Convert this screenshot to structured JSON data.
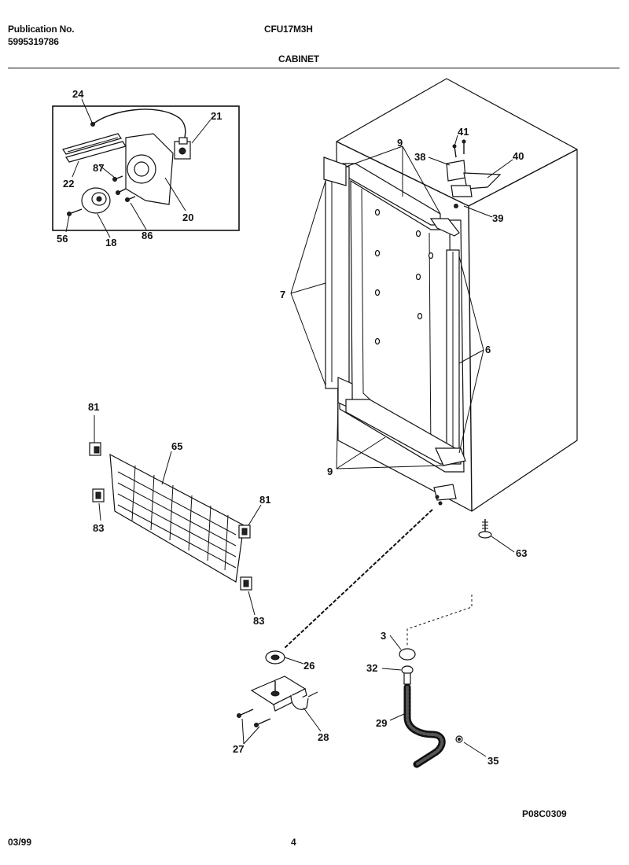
{
  "header": {
    "publication_label": "Publication No.",
    "publication_number": "5995319786",
    "model": "CFU17M3H",
    "section": "CABINET"
  },
  "footer": {
    "date": "03/99",
    "page": "4",
    "drawing_code": "P08C0309"
  },
  "callouts": {
    "c24": "24",
    "c21": "21",
    "c87": "87",
    "c22": "22",
    "c20": "20",
    "c56": "56",
    "c18": "18",
    "c86": "86",
    "c9a": "9",
    "c41": "41",
    "c38": "38",
    "c40": "40",
    "c39": "39",
    "c7": "7",
    "c6": "6",
    "c9b": "9",
    "c81a": "81",
    "c65": "65",
    "c81b": "81",
    "c83a": "83",
    "c83b": "83",
    "c63": "63",
    "c3": "3",
    "c26": "26",
    "c32": "32",
    "c29": "29",
    "c28": "28",
    "c27": "27",
    "c35": "35"
  }
}
